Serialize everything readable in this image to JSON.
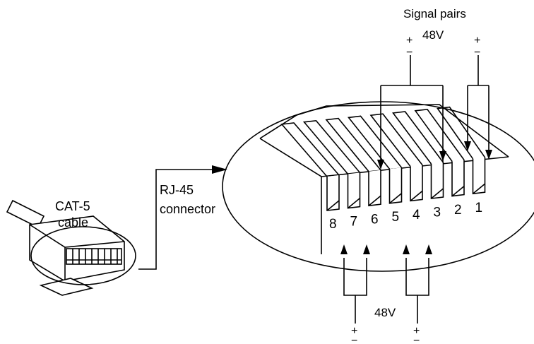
{
  "labels": {
    "top_title": "Signal pairs",
    "top_voltage": "48V",
    "bottom_voltage": "48V",
    "cable_line1": "CAT-5",
    "cable_line2": "cable",
    "connector_line1": "RJ-45",
    "connector_line2": "connector",
    "plus": "+",
    "minus": "−"
  },
  "pins": [
    "8",
    "7",
    "6",
    "5",
    "4",
    "3",
    "2",
    "1"
  ],
  "colors": {
    "ink": "#000000",
    "background": "#ffffff"
  }
}
